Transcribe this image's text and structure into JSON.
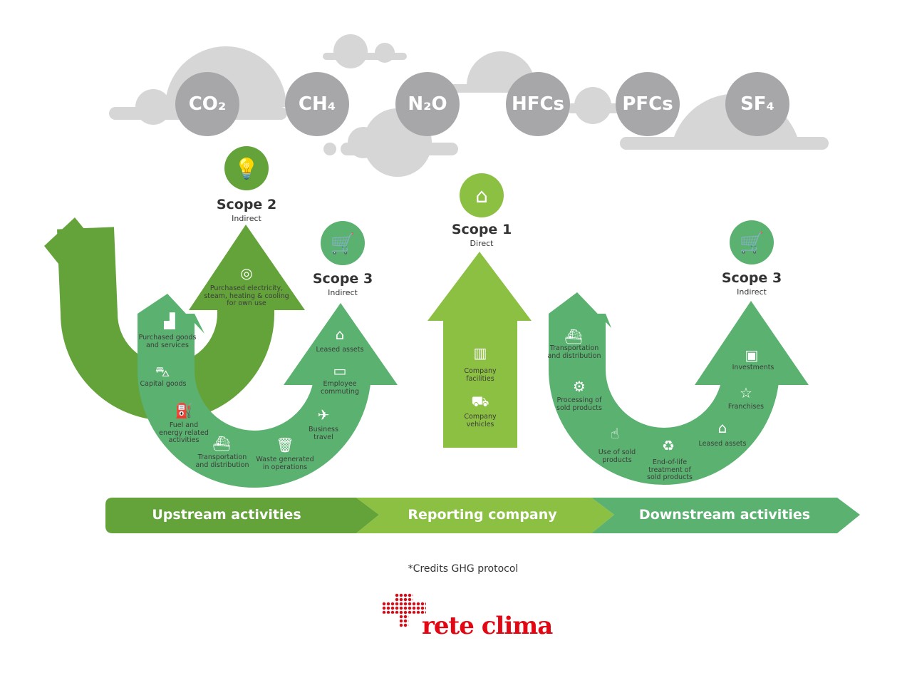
{
  "gases": [
    "CO₂",
    "CH₄",
    "N₂O",
    "HFCs",
    "PFCs",
    "SF₄"
  ],
  "scope2": {
    "title": "Scope 2",
    "subtitle": "Indirect",
    "icon": "lightbulb-icon",
    "items": [
      {
        "label": "Purchased electricity,\nsteam, heating & cooling\nfor own use",
        "icon": "lightbulb-icon"
      }
    ]
  },
  "scope1": {
    "title": "Scope 1",
    "subtitle": "Direct",
    "icon": "factory-icon",
    "items": [
      {
        "label": "Company\nfacilities",
        "icon": "building-icon"
      },
      {
        "label": "Company\nvehicles",
        "icon": "truck-icon"
      }
    ]
  },
  "scope3_up": {
    "title": "Scope 3",
    "subtitle": "Indirect",
    "icon": "shopping-cart-icon",
    "items": [
      {
        "label": "Purchased goods\nand services",
        "icon": "factory-icon"
      },
      {
        "label": "Capital goods",
        "icon": "tractor-icon"
      },
      {
        "label": "Fuel and\nenergy related\nactivities",
        "icon": "fuel-pump-icon"
      },
      {
        "label": "Transportation\nand distribution",
        "icon": "ship-icon"
      },
      {
        "label": "Waste generated\nin operations",
        "icon": "trash-icon"
      },
      {
        "label": "Business\ntravel",
        "icon": "airplane-icon"
      },
      {
        "label": "Employee\ncommuting",
        "icon": "bus-icon"
      },
      {
        "label": "Leased assets",
        "icon": "house-icon"
      }
    ]
  },
  "scope3_down": {
    "title": "Scope 3",
    "subtitle": "Indirect",
    "icon": "shopping-cart-icon",
    "items": [
      {
        "label": "Transportation\nand distribution",
        "icon": "ship-icon"
      },
      {
        "label": "Processing of\nsold products",
        "icon": "gear-icon"
      },
      {
        "label": "Use of sold\nproducts",
        "icon": "hand-pointer-icon"
      },
      {
        "label": "End-of-life\ntreatment of\nsold products",
        "icon": "recycle-bag-icon"
      },
      {
        "label": "Leased assets",
        "icon": "house-icon"
      },
      {
        "label": "Franchises",
        "icon": "star-icon"
      },
      {
        "label": "Investments",
        "icon": "money-chart-icon"
      }
    ]
  },
  "bar": {
    "upstream": "Upstream activities",
    "reporting": "Reporting company",
    "downstream": "Downstream activities"
  },
  "credits": "*Credits GHG protocol",
  "logo": "rete clima",
  "colors": {
    "dark_green": "#64a33a",
    "light_green": "#8cc043",
    "mid_green": "#5bb270",
    "gray": "#a7a6a9",
    "cloud": "#d6d6d6",
    "logo_red": "#e30613"
  }
}
